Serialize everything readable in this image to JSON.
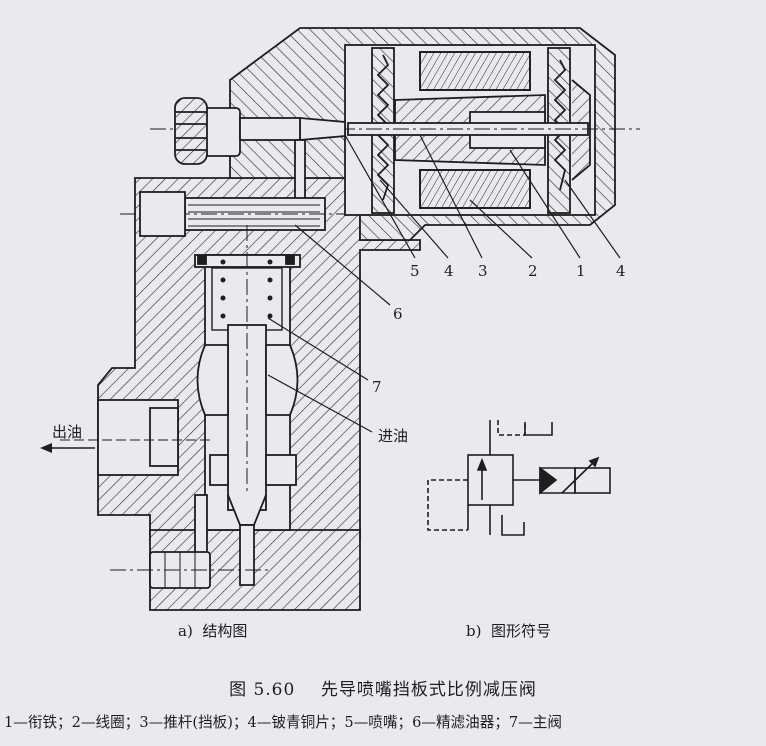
{
  "structure": {
    "part_labels": [
      "5",
      "4",
      "3",
      "2",
      "1",
      "4",
      "6",
      "7"
    ],
    "outlet_label": "出油",
    "inlet_label": "进油",
    "caption": "a)  结构图"
  },
  "symbol": {
    "caption": "b)  图形符号"
  },
  "figure": {
    "title": "图 5.60    先导喷嘴挡板式比例减压阀",
    "legend": "1—衔铁；2—线圈；3—推杆(挡板)；4—铍青铜片；5—喷嘴；6—精滤油器；7—主阀"
  },
  "colors": {
    "line": "#1e1e1e",
    "background": "#e9eaee"
  }
}
